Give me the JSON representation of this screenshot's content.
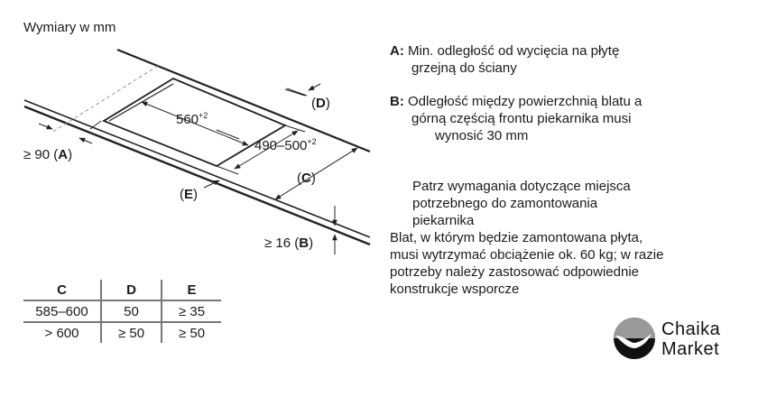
{
  "title": "Wymiary w mm",
  "drawing": {
    "dim_560": "560",
    "dim_560_tol": "+2",
    "dim_490": "490–500",
    "dim_490_tol": "+2",
    "label_a": "≥ 90 (",
    "label_a_letter": "A",
    "label_b": "≥ 16 (",
    "label_b_letter": "B",
    "label_c": "C",
    "label_d": "D",
    "label_e": "E"
  },
  "notes": {
    "a_key": "A:",
    "a_line1": "Min. odległość od wycięcia na płytę",
    "a_line2": "grzejną do ściany",
    "b_key": "B:",
    "b_line1": "Odległość między powierzchnią blatu a",
    "b_line2": "górną częścią frontu piekarnika musi",
    "b_line3": "wynosić 30 mm",
    "p_line1": "Patrz wymagania dotyczące miejsca",
    "p_line2": "potrzebnego do zamontowania",
    "p_line3": "piekarnika",
    "w_line1": "Blat, w którym będzie zamontowana płyta,",
    "w_line2": "musi wytrzymać obciążenie ok. 60 kg; w razie",
    "w_line3": "potrzeby należy zastosować odpowiednie",
    "w_line4": "konstrukcje wsporcze"
  },
  "table": {
    "headers": [
      "C",
      "D",
      "E"
    ],
    "rows": [
      [
        "585–600",
        "50",
        "≥ 35"
      ],
      [
        "> 600",
        "≥ 50",
        "≥ 50"
      ]
    ]
  },
  "logo": {
    "line1": "Chaika",
    "line2": "Market"
  }
}
